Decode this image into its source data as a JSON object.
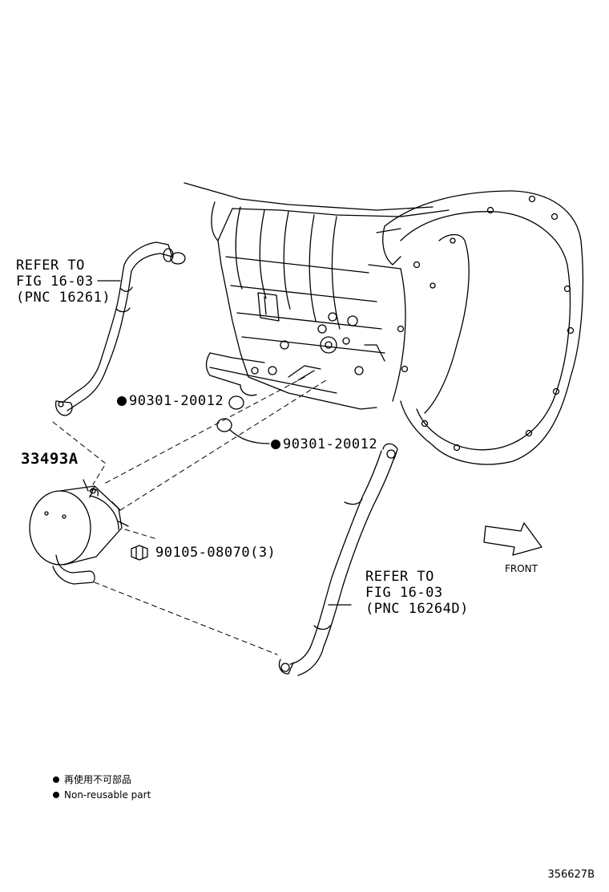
{
  "callouts": {
    "refer_upper": [
      "REFER TO",
      "FIG 16-03",
      "(PNC 16261)"
    ],
    "refer_lower": [
      "REFER TO",
      "FIG 16-03",
      "(PNC 16264D)"
    ],
    "part_cooler": "33493A",
    "part_oring_1": "90301-20012",
    "part_oring_2": "90301-20012",
    "part_bolt": "90105-08070(3)"
  },
  "direction": {
    "label": "FRONT"
  },
  "legend": {
    "jp": "再使用不可部品",
    "en": "Non-reusable part"
  },
  "illustration_id": "356627B",
  "colors": {
    "line": "#000000",
    "background": "#ffffff"
  }
}
